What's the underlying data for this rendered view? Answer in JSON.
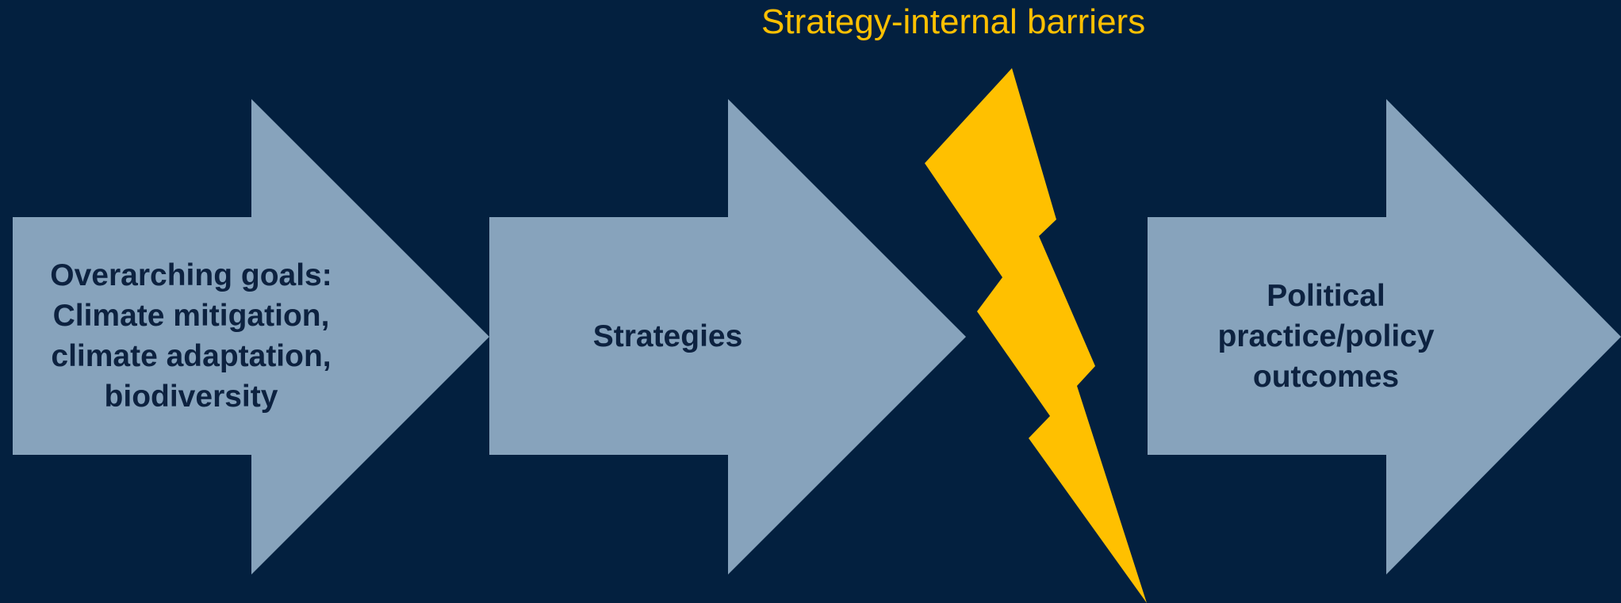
{
  "colors": {
    "background": "#03203f",
    "arrow_fill": "#87a3bc",
    "arrow_text": "#0d2240",
    "barrier": "#ffc000"
  },
  "barrier": {
    "label": "Strategy-internal barriers",
    "icon": "lightning-bolt-icon"
  },
  "arrows": [
    {
      "lines": [
        "Overarching goals:",
        "Climate mitigation,",
        "climate adaptation,",
        "biodiversity"
      ]
    },
    {
      "lines": [
        "Strategies"
      ]
    },
    {
      "lines": [
        "Political",
        "practice/policy",
        "outcomes"
      ]
    }
  ]
}
